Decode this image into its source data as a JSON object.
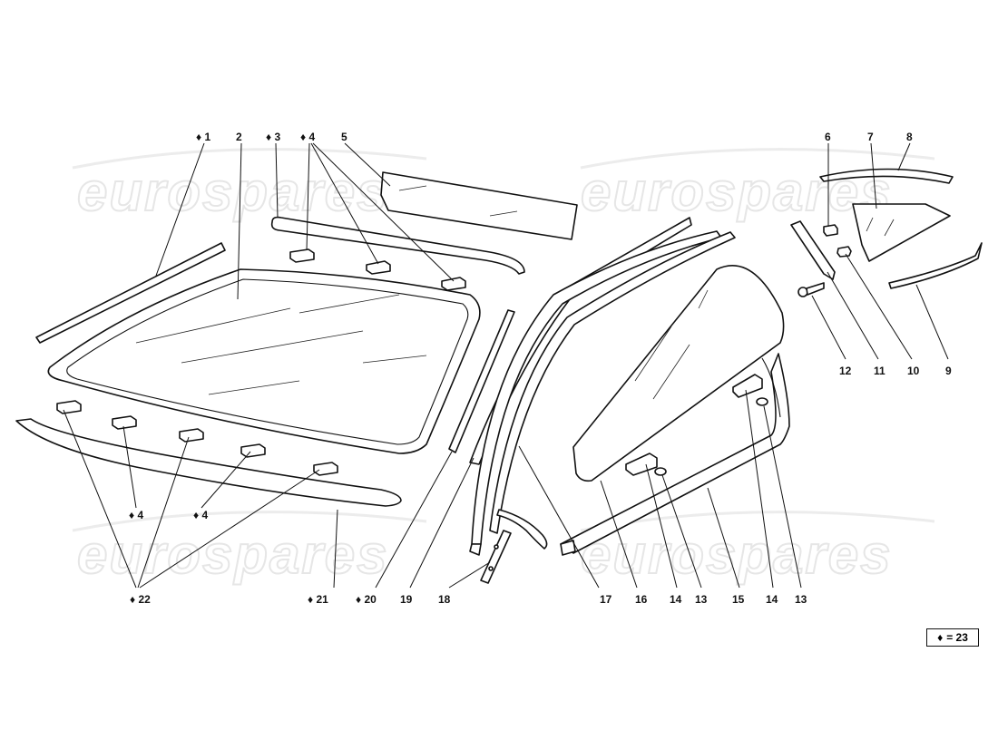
{
  "watermark": {
    "text": "eurospares"
  },
  "callouts": [
    {
      "id": "c1",
      "text": "♦ 1"
    },
    {
      "id": "c2",
      "text": "2"
    },
    {
      "id": "c3",
      "text": "♦ 3"
    },
    {
      "id": "c4a",
      "text": "♦ 4"
    },
    {
      "id": "c5",
      "text": "5"
    },
    {
      "id": "c6",
      "text": "6"
    },
    {
      "id": "c7",
      "text": "7"
    },
    {
      "id": "c8",
      "text": "8"
    },
    {
      "id": "c12",
      "text": "12"
    },
    {
      "id": "c11",
      "text": "11"
    },
    {
      "id": "c10",
      "text": "10"
    },
    {
      "id": "c9",
      "text": "9"
    },
    {
      "id": "c4b",
      "text": "♦ 4"
    },
    {
      "id": "c4c",
      "text": "♦ 4"
    },
    {
      "id": "c22",
      "text": "♦ 22"
    },
    {
      "id": "c21",
      "text": "♦ 21"
    },
    {
      "id": "c20",
      "text": "♦ 20"
    },
    {
      "id": "c19",
      "text": "19"
    },
    {
      "id": "c18",
      "text": "18"
    },
    {
      "id": "c17",
      "text": "17"
    },
    {
      "id": "c16",
      "text": "16"
    },
    {
      "id": "c14a",
      "text": "14"
    },
    {
      "id": "c13a",
      "text": "13"
    },
    {
      "id": "c15",
      "text": "15"
    },
    {
      "id": "c14b",
      "text": "14"
    },
    {
      "id": "c13b",
      "text": "13"
    }
  ],
  "legend": {
    "symbol": "♦",
    "text": "= 23"
  }
}
